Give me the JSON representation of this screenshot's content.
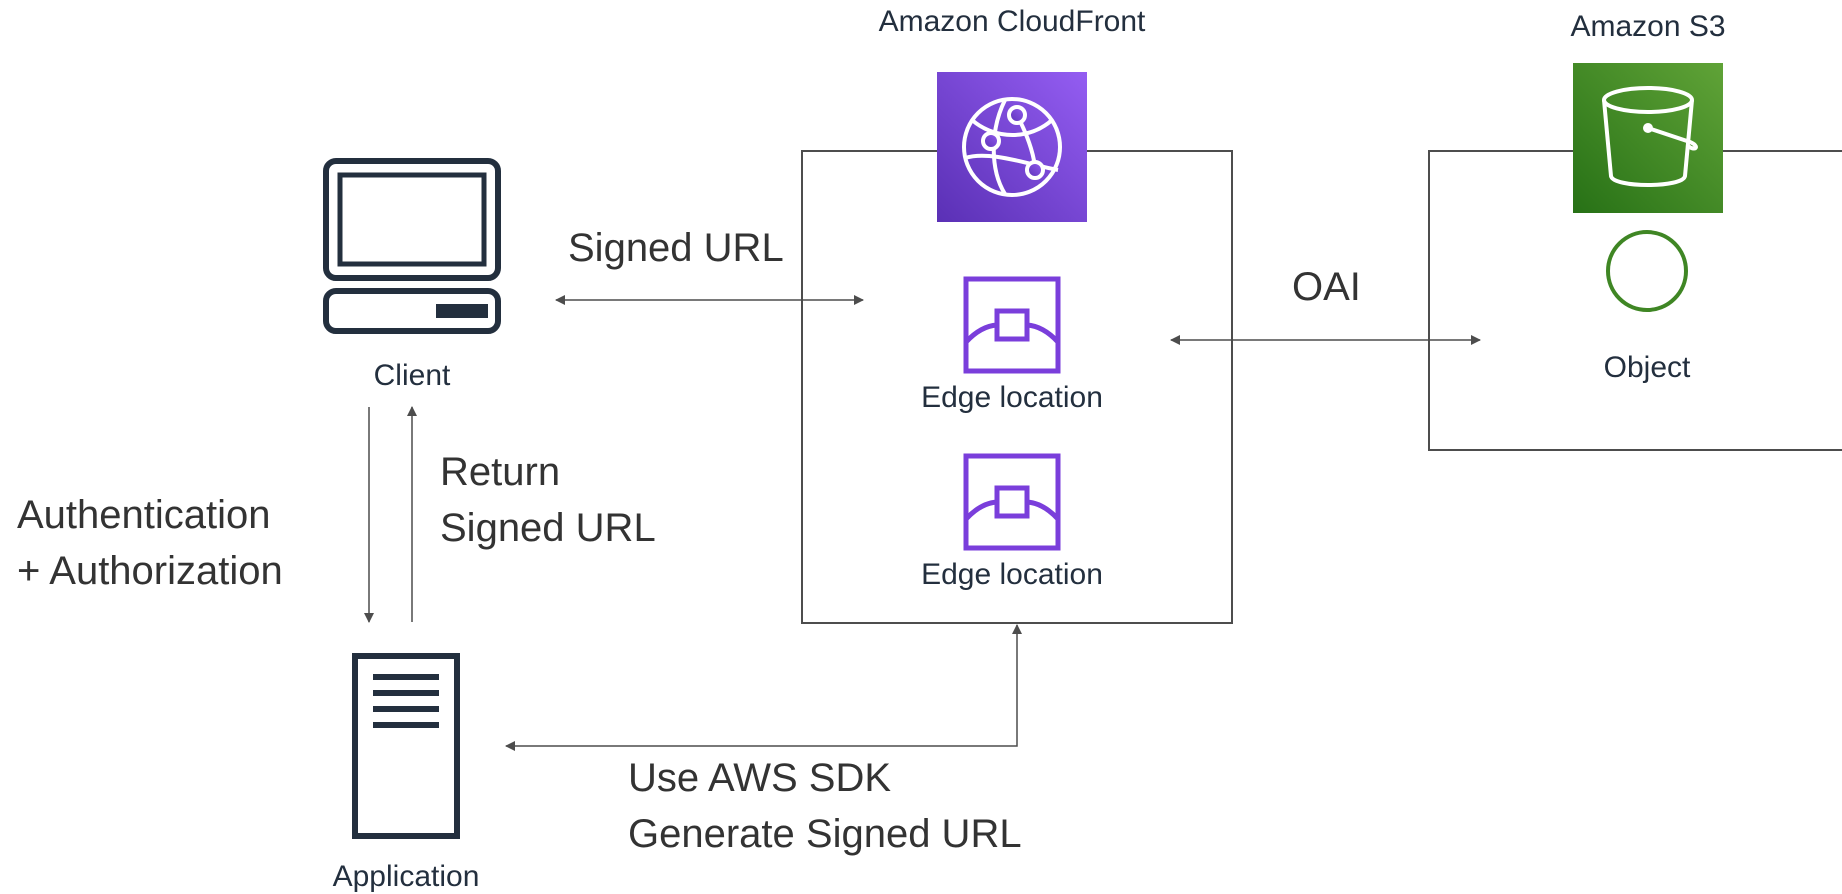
{
  "services": {
    "cloudfront": {
      "title": "Amazon CloudFront",
      "color_top": "#945DF2",
      "color_bottom": "#5A30B5"
    },
    "s3": {
      "title": "Amazon S3",
      "color_top": "#60A337",
      "color_bottom": "#277116"
    }
  },
  "nodes": {
    "client": {
      "label": "Client",
      "icon": "desktop-computer-icon"
    },
    "application": {
      "label": "Application",
      "icon": "server-icon"
    },
    "edge1": {
      "label": "Edge location",
      "icon": "edge-location-icon"
    },
    "edge2": {
      "label": "Edge location",
      "icon": "edge-location-icon"
    },
    "object": {
      "label": "Object",
      "icon": "object-icon"
    }
  },
  "edges": {
    "signed_url": {
      "label": "Signed URL"
    },
    "oai": {
      "label": "OAI"
    },
    "auth": {
      "line1": "Authentication",
      "line2": "+ Authorization"
    },
    "return": {
      "line1": "Return",
      "line2": "Signed URL"
    },
    "sdk": {
      "line1": "Use AWS SDK",
      "line2": "Generate Signed URL"
    }
  },
  "colors": {
    "line": "#4d4d4d",
    "icon_dark": "#232F3E",
    "edge_purple": "#7A3EDB",
    "object_green": "#3F8624",
    "text": "#232F3E",
    "label": "#333333"
  }
}
